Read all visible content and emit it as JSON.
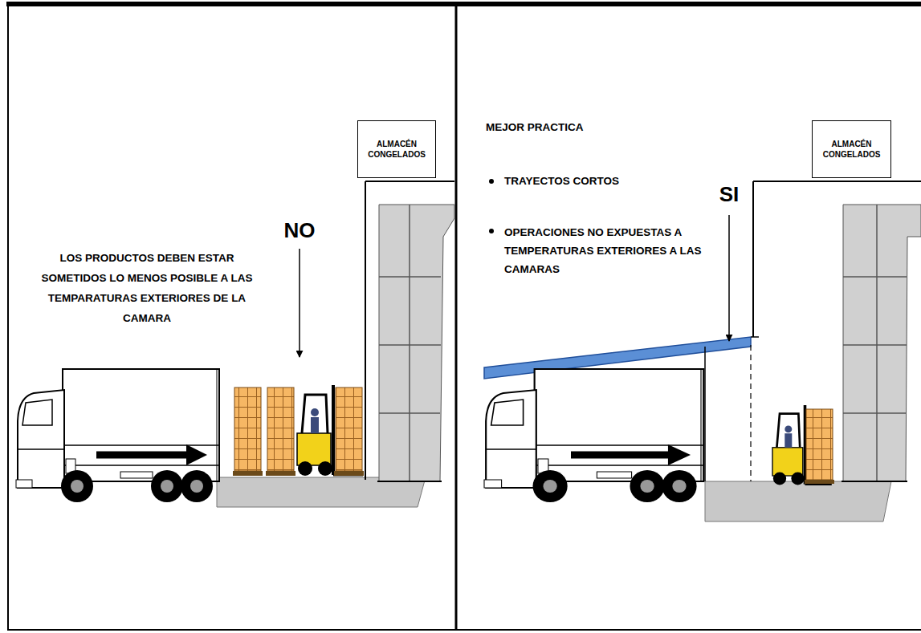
{
  "diagram": {
    "nodes": [
      {
        "text": [
          "ALMACÉN CONGELADOS"
        ]
      },
      {
        "text": [
          "ALMACÉN CONGELADOS"
        ]
      }
    ],
    "labels": [
      "NO",
      "LOS PRODUCTOS DEBEN ESTAR SOMETIDOS LO MENOS POSIBLE A LAS TEMPARATURAS EXTERIORES DE LA CAMARA",
      "MEJOR PRACTICA",
      "TRAYECTOS CORTOS",
      "OPERACIONES NO EXPUESTAS A TEMPERATURAS EXTERIORES A LAS CAMARAS",
      "SI"
    ]
  }
}
